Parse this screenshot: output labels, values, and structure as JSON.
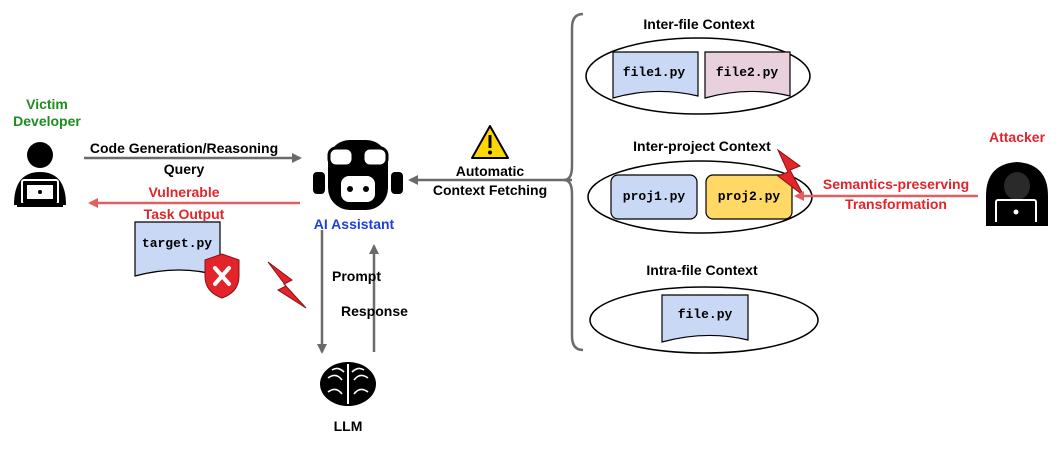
{
  "victim": {
    "line1": "Victim",
    "line2": "Developer"
  },
  "attacker": {
    "label": "Attacker",
    "transform_line1": "Semantics-preserving",
    "transform_line2": "Transformation"
  },
  "query": {
    "line1": "Code Generation/Reasoning",
    "line2": "Query"
  },
  "output": {
    "line1": "Vulnerable",
    "line2": "Task Output",
    "file": "target.py"
  },
  "assistant": {
    "label": "AI Assistant"
  },
  "fetching": {
    "line1": "Automatic",
    "line2": "Context Fetching"
  },
  "llm": {
    "label": "LLM",
    "prompt": "Prompt",
    "response": "Response"
  },
  "contexts": {
    "inter_file": {
      "title": "Inter-file Context",
      "files": [
        "file1.py",
        "file2.py"
      ]
    },
    "inter_project": {
      "title": "Inter-project Context",
      "files": [
        "proj1.py",
        "proj2.py"
      ]
    },
    "intra_file": {
      "title": "Intra-file Context",
      "files": [
        "file.py"
      ]
    }
  },
  "colors": {
    "victim": "#1e8c1e",
    "attacker": "#e3242b",
    "assistant": "#1f3fd6",
    "file_blue": "#c9d9f5",
    "file_pink": "#e8d0dc",
    "file_yellow": "#ffd866",
    "warning": "#ffd700"
  },
  "icons": [
    "developer-laptop-icon",
    "hacker-icon",
    "robot-icon",
    "brain-icon",
    "warning-icon",
    "lightning-icon",
    "shield-x-icon"
  ]
}
